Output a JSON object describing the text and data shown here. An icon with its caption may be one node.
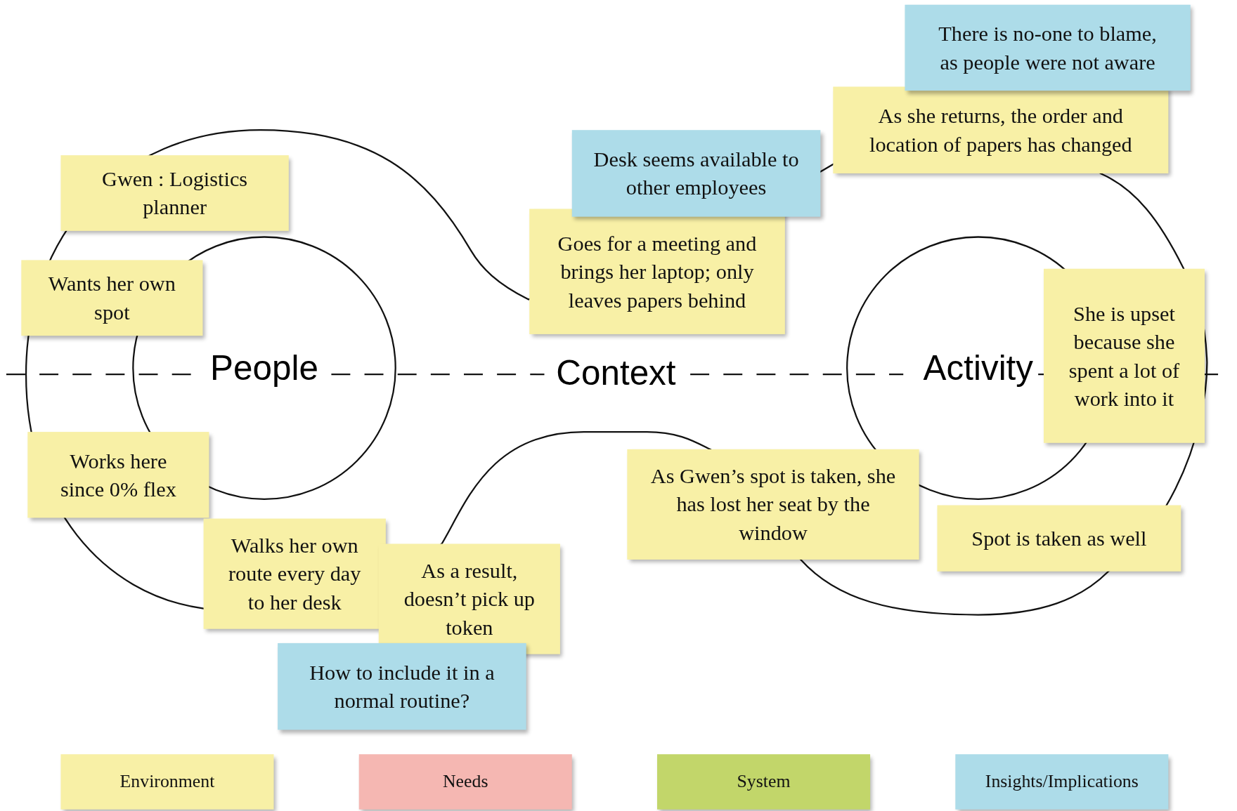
{
  "diagram": {
    "nodes": [
      {
        "text": [
          "People"
        ]
      },
      {
        "text": [
          "Activity"
        ]
      },
      {
        "text": [
          "Gwen : Logistics planner"
        ]
      },
      {
        "text": [
          "Wants her own spot"
        ]
      },
      {
        "text": [
          "Works here since 0% flex"
        ]
      },
      {
        "text": [
          "Walks her own route every day to her desk"
        ]
      },
      {
        "text": [
          "As a result, doesn’t pick up token"
        ]
      },
      {
        "text": [
          "How to include it in a normal routine?"
        ]
      },
      {
        "text": [
          "Goes for a meeting and brings her laptop; only leaves papers behind"
        ]
      },
      {
        "text": [
          "Desk seems available to other employees"
        ]
      },
      {
        "text": [
          "There is no-one to blame, as people were not aware"
        ]
      },
      {
        "text": [
          "As she returns, the order and location of papers has changed"
        ]
      },
      {
        "text": [
          "She is upset because she spent a lot of work into it"
        ]
      },
      {
        "text": [
          "As Gwen’s spot is taken, she has lost her seat by the window"
        ]
      },
      {
        "text": [
          "Spot is taken as well"
        ]
      }
    ],
    "edges": [],
    "labels": [
      "Context"
    ],
    "legend": [
      {
        "text": "Environment",
        "color": "#f8f0a6"
      },
      {
        "text": "Needs",
        "color": "#f5b7b2"
      },
      {
        "text": "System",
        "color": "#c2d66a"
      },
      {
        "text": "Insights/Implications",
        "color": "#addce9"
      }
    ]
  }
}
